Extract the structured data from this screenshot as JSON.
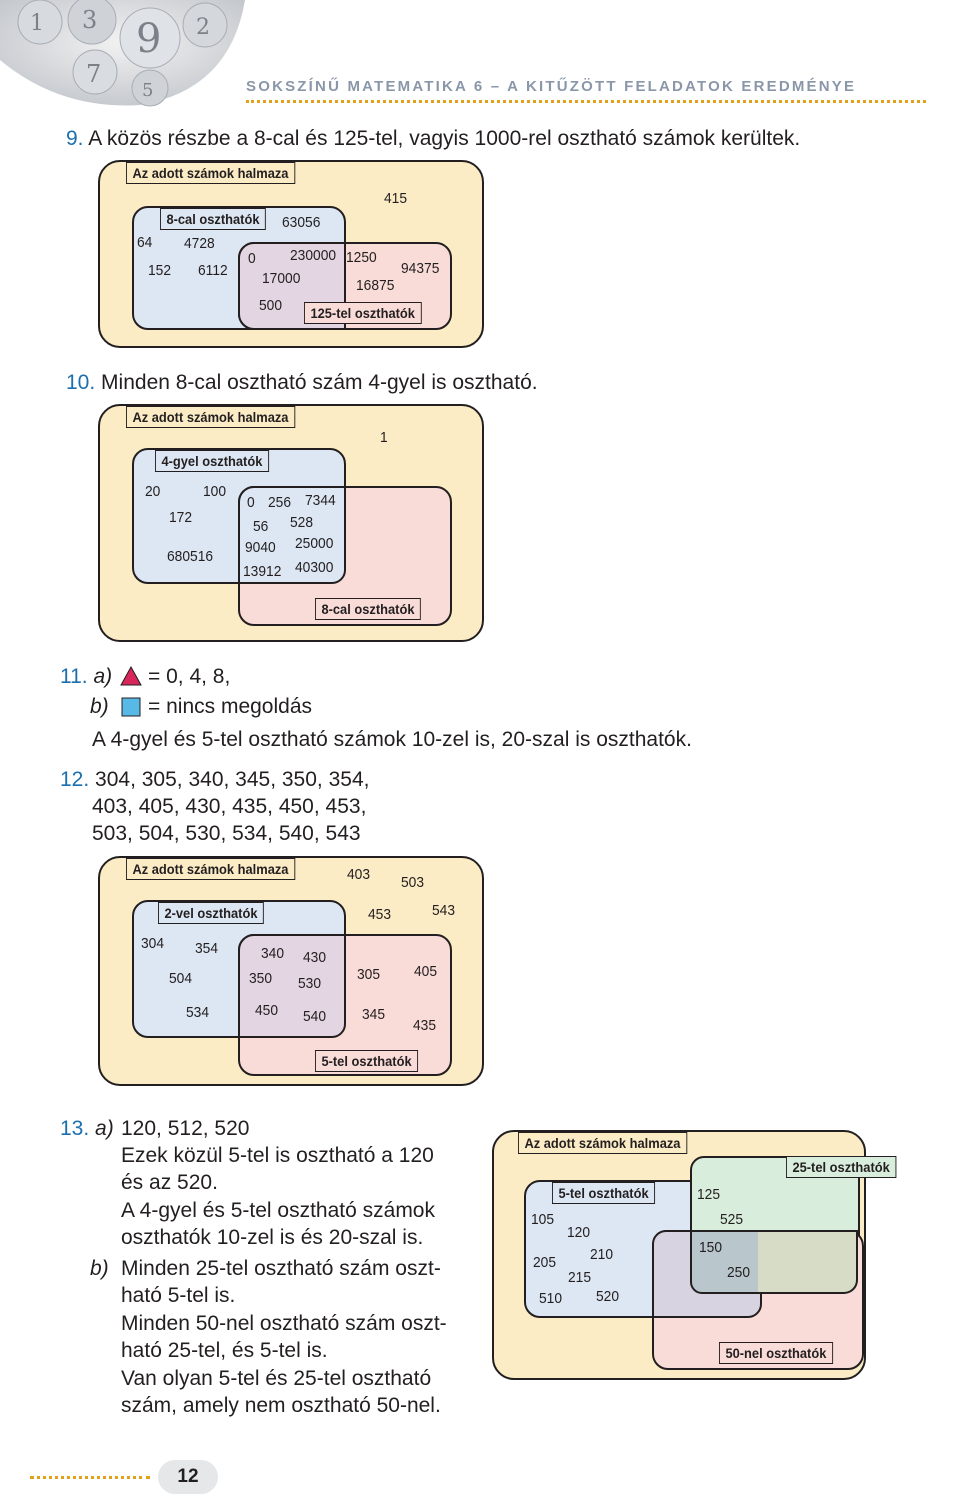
{
  "header": "SOKSZÍNŰ MATEMATIKA 6 – A KITŰZÖTT FELADATOK EREDMÉNYE",
  "page_number": "12",
  "p9": {
    "num": "9.",
    "text": "A közös részbe a 8-cal és 125-tel, vagyis 1000-rel osztható számok kerültek.",
    "set_label": "Az adott számok halmaza",
    "a_label": "8-cal oszthatók",
    "b_label": "125-tel oszthatók",
    "nums": [
      "415",
      "63056",
      "64",
      "4728",
      "0",
      "230000",
      "1250",
      "94375",
      "152",
      "6112",
      "17000",
      "16875",
      "500"
    ]
  },
  "p10": {
    "num": "10.",
    "text": "Minden 8-cal osztható szám 4-gyel is osztható.",
    "set_label": "Az adott számok halmaza",
    "a_label": "4-gyel oszthatók",
    "b_label": "8-cal oszthatók",
    "nums": [
      "1",
      "20",
      "100",
      "172",
      "680516",
      "0",
      "256",
      "7344",
      "56",
      "528",
      "9040",
      "25000",
      "13912",
      "40300"
    ]
  },
  "p11": {
    "num": "11.",
    "a_prefix": "a)",
    "a_text": "= 0, 4, 8,",
    "b_prefix": "b)",
    "b_text": "= nincs megoldás",
    "conclusion": "A 4-gyel és 5-tel osztható számok 10-zel is, 20-szal is oszthatók."
  },
  "p12": {
    "num": "12.",
    "lines": [
      "304, 305, 340, 345, 350, 354,",
      "403, 405, 430, 435, 450, 453,",
      "503, 504, 530, 534, 540, 543"
    ],
    "set_label": "Az adott számok halmaza",
    "a_label": "2-vel oszthatók",
    "b_label": "5-tel oszthatók",
    "nums": [
      "403",
      "503",
      "453",
      "543",
      "304",
      "354",
      "340",
      "430",
      "504",
      "350",
      "530",
      "305",
      "405",
      "534",
      "450",
      "540",
      "345",
      "435"
    ]
  },
  "p13": {
    "num": "13.",
    "a_prefix": "a)",
    "lines": [
      "120, 512, 520",
      "Ezek közül 5-tel is osztható a 120",
      "és az 520.",
      "A 4-gyel és 5-tel osztható számok",
      "oszthatók 10-zel is és 20-szal is."
    ],
    "b_prefix": "b)",
    "b_lines": [
      "Minden 25-tel osztható szám oszt-",
      "ható 5-tel is.",
      "Minden 50-nel osztható szám oszt-",
      "ható 25-tel, és 5-tel is.",
      "Van olyan 5-tel és 25-tel osztható",
      "szám, amely nem osztható 50-nel."
    ],
    "set_label": "Az adott számok halmaza",
    "a_label": "5-tel oszthatók",
    "b_label": "25-tel oszthatók",
    "c_label": "50-nel oszthatók",
    "nums": [
      "125",
      "525",
      "105",
      "120",
      "150",
      "210",
      "250",
      "205",
      "215",
      "510",
      "520"
    ]
  },
  "colors": {
    "header": "#8a97a8",
    "number_blue": "#1b6fae",
    "outer_fill": "#fcecc6",
    "blue_fill": "#dde7f3",
    "pink_fill": "#f9dcd8",
    "green_fill": "#d9eddc",
    "triangle": "#d6265a",
    "square": "#58b8e6",
    "dots": "#e3a019"
  }
}
